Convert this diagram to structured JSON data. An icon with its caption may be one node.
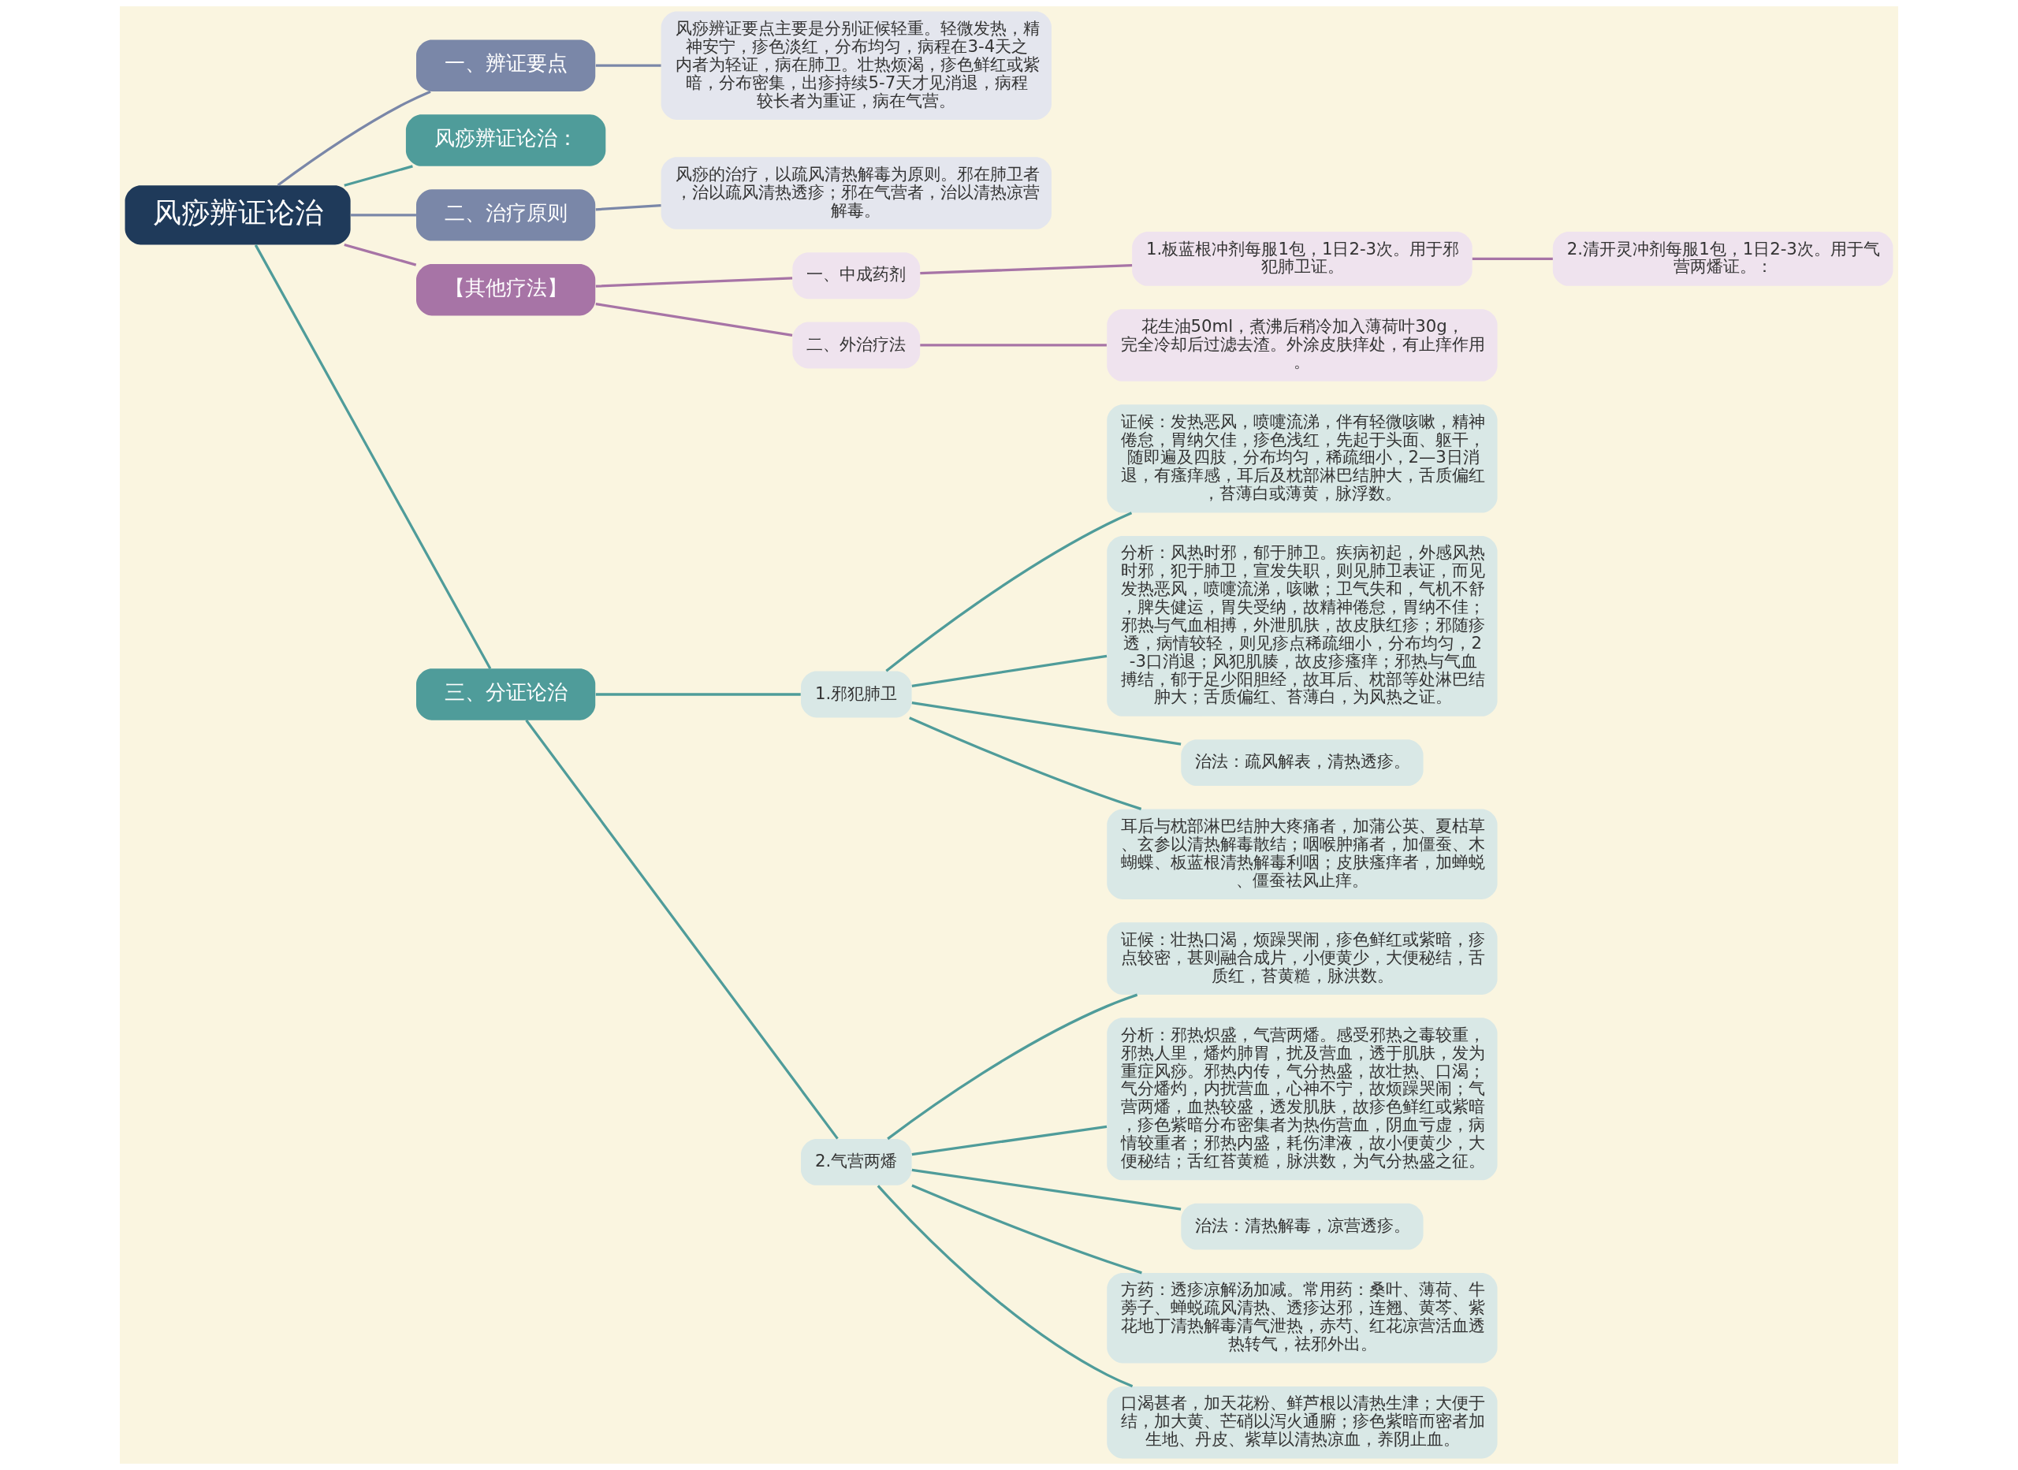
{
  "diagram": {
    "nodes": [
      {
        "text": [
          "风痧辨证论治"
        ]
      },
      {
        "text": [
          "一、辨证要点"
        ]
      },
      {
        "text": [
          "风痧辨证要点主要是分别证候轻重。轻微发热，精神安宁，疹色淡红，分布均匀，病程在3-4天之内者为轻证，病在肺卫。壮热烦渴，疹色鲜红或紫暗，分布密集，出疹持续5-7天才见消退，病程较长者为重证，病在气营。"
        ]
      },
      {
        "text": [
          "风痧辨证论治："
        ]
      },
      {
        "text": [
          "二、治疗原则"
        ]
      },
      {
        "text": [
          "风痧的治疗，以疏风清热解毒为原则。邪在肺卫者，治以疏风清热透疹；邪在气营者，治以清热凉营解毒。"
        ]
      },
      {
        "text": [
          "【其他疗法】"
        ]
      },
      {
        "text": [
          "一、中成药剂"
        ]
      },
      {
        "text": [
          "1.板蓝根冲剂每服1包，1日2-3次。用于邪犯肺卫证。"
        ]
      },
      {
        "text": [
          "2.清开灵冲剂每服1包，1日2-3次。用于气营两燔证。："
        ]
      },
      {
        "text": [
          "二、外治疗法"
        ]
      },
      {
        "text": [
          "花生油50ml，煮沸后稍冷加入薄荷叶30g，完全冷却后过滤去渣。外涂皮肤痒处，有止痒作用。"
        ]
      },
      {
        "text": [
          "三、分证论治"
        ]
      },
      {
        "text": [
          "1.邪犯肺卫"
        ]
      },
      {
        "text": [
          "证候：发热恶风，喷嚏流涕，伴有轻微咳嗽，精神倦怠，胃纳欠佳，疹色浅红，先起于头面、躯干，随即遍及四肢，分布均匀，稀疏细小，2—3日消退，有瘙痒感，耳后及枕部淋巴结肿大，舌质偏红，苔薄白或薄黄，脉浮数。"
        ]
      },
      {
        "text": [
          "分析：风热时邪，郁于肺卫。疾病初起，外感风热时邪，犯于肺卫，宣发失职，则见肺卫表证，而见发热恶风，喷嚏流涕，咳嗽；卫气失和，气机不舒，脾失健运，胃失受纳，故精神倦怠，胃纳不佳；邪热与气血相搏，外泄肌肤，故皮肤红疹；邪随疹透，病情较轻，则见疹点稀疏细小，分布均匀，2-3口消退；风犯肌腠，故皮疹瘙痒；邪热与气血搏结，郁于足少阳胆经，故耳后、枕部等处淋巴结肿大；舌质偏红、苔薄白，为风热之证。"
        ]
      },
      {
        "text": [
          "治法：疏风解表，清热透疹。"
        ]
      },
      {
        "text": [
          "耳后与枕部淋巴结肿大疼痛者，加蒲公英、夏枯草、玄参以清热解毒散结；咽喉肿痛者，加僵蚕、木蝴蝶、板蓝根清热解毒利咽；皮肤瘙痒者，加蝉蜕、僵蚕祛风止痒。"
        ]
      },
      {
        "text": [
          "2.气营两燔"
        ]
      },
      {
        "text": [
          "证候：壮热口渴，烦躁哭闹，疹色鲜红或紫暗，疹点较密，甚则融合成片，小便黄少，大便秘结，舌质红，苔黄糙，脉洪数。"
        ]
      },
      {
        "text": [
          "分析：邪热炽盛，气营两燔。感受邪热之毒较重，邪热人里，燔灼肺胃，扰及营血，透于肌肤，发为重症风痧。邪热内传，气分热盛，故壮热、口渴；气分燔灼，内扰营血，心神不宁，故烦躁哭闹；气营两燔，血热较盛，透发肌肤，故疹色鲜红或紫暗，疹色紫暗分布密集者为热伤营血，阴血亏虚，病情较重者；邪热内盛，耗伤津液，故小便黄少，大便秘结；舌红苔黄糙，脉洪数，为气分热盛之征。"
        ]
      },
      {
        "text": [
          "治法：清热解毒，凉营透疹。"
        ]
      },
      {
        "text": [
          "方药：透疹凉解汤加减。常用药：桑叶、薄荷、牛蒡子、蝉蜕疏风清热、透疹达邪，连翘、黄芩、紫花地丁清热解毒清气泄热，赤芍、红花凉营活血透热转气，祛邪外出。"
        ]
      },
      {
        "text": [
          "口渴甚者，加天花粉、鲜芦根以清热生津；大便于结，加大黄、芒硝以泻火通腑；疹色紫暗而密者加生地、丹皮、紫草以清热凉血，养阴止血。"
        ]
      }
    ],
    "edges": [
      {
        "from": 0,
        "to": 1,
        "arrow": "none",
        "color": "#7a87a8"
      },
      {
        "from": 1,
        "to": 2,
        "arrow": "none",
        "color": "#7a87a8"
      },
      {
        "from": 0,
        "to": 3,
        "arrow": "none"
      },
      {
        "from": 0,
        "to": 4,
        "arrow": "none",
        "color": "#7a87a8"
      },
      {
        "from": 4,
        "to": 5,
        "arrow": "none",
        "color": "#7a87a8"
      },
      {
        "from": 0,
        "to": 6,
        "arrow": "none",
        "color": "#a774a6"
      },
      {
        "from": 6,
        "to": 7,
        "arrow": "none",
        "color": "#a774a6"
      },
      {
        "from": 7,
        "to": 8,
        "arrow": "none",
        "color": "#a774a6"
      },
      {
        "from": 8,
        "to": 9,
        "arrow": "none",
        "color": "#a774a6"
      },
      {
        "from": 6,
        "to": 10,
        "arrow": "none",
        "color": "#a774a6"
      },
      {
        "from": 10,
        "to": 11,
        "arrow": "none",
        "color": "#a774a6"
      },
      {
        "from": 0,
        "to": 12,
        "arrow": "none"
      },
      {
        "from": 12,
        "to": 13,
        "arrow": "none"
      },
      {
        "from": 13,
        "to": 14,
        "arrow": "none"
      },
      {
        "from": 13,
        "to": 15,
        "arrow": "none"
      },
      {
        "from": 13,
        "to": 16,
        "arrow": "none"
      },
      {
        "from": 13,
        "to": 17,
        "arrow": "none"
      },
      {
        "from": 12,
        "to": 18,
        "arrow": "none"
      },
      {
        "from": 18,
        "to": 19,
        "arrow": "none"
      },
      {
        "from": 18,
        "to": 20,
        "arrow": "none"
      },
      {
        "from": 18,
        "to": 21,
        "arrow": "none"
      },
      {
        "from": 18,
        "to": 22,
        "arrow": "none"
      },
      {
        "from": 18,
        "to": 23,
        "arrow": "none"
      }
    ]
  }
}
